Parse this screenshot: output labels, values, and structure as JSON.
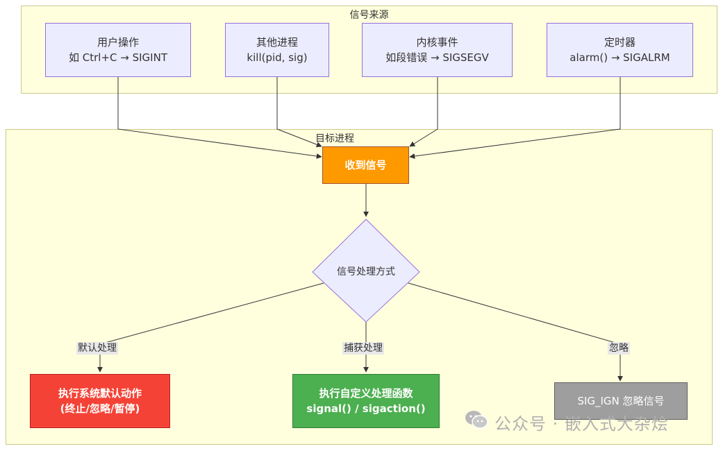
{
  "groups": {
    "source_title": "信号来源",
    "target_title": "目标进程"
  },
  "sources": [
    {
      "line1": "用户操作",
      "line2": "如 Ctrl+C → SIGINT"
    },
    {
      "line1": "其他进程",
      "line2": "kill(pid, sig)"
    },
    {
      "line1": "内核事件",
      "line2": "如段错误 → SIGSEGV"
    },
    {
      "line1": "定时器",
      "line2": "alarm() → SIGALRM"
    }
  ],
  "receive": {
    "label": "收到信号"
  },
  "decision": {
    "label": "信号处理方式"
  },
  "edge_labels": {
    "default": "默认处理",
    "catch": "捕获处理",
    "ignore": "忽略"
  },
  "actions": {
    "default": {
      "line1": "执行系统默认动作",
      "line2": "(终止/忽略/暂停)"
    },
    "custom": {
      "line1": "执行自定义处理函数",
      "line2": "signal() / sigaction()"
    },
    "ignore": {
      "line1": "SIG_IGN 忽略信号"
    }
  },
  "watermark": {
    "text": "公众号 · 嵌入式大杂烩",
    "icon": "wechat-icon"
  },
  "colors": {
    "source_fill": "#ececff",
    "source_border": "#9370db",
    "receive": "#ff9900",
    "default_action": "#f44336",
    "custom_action": "#4caf50",
    "ignore_action": "#9e9e9e",
    "group_fill": "#ffffde"
  }
}
